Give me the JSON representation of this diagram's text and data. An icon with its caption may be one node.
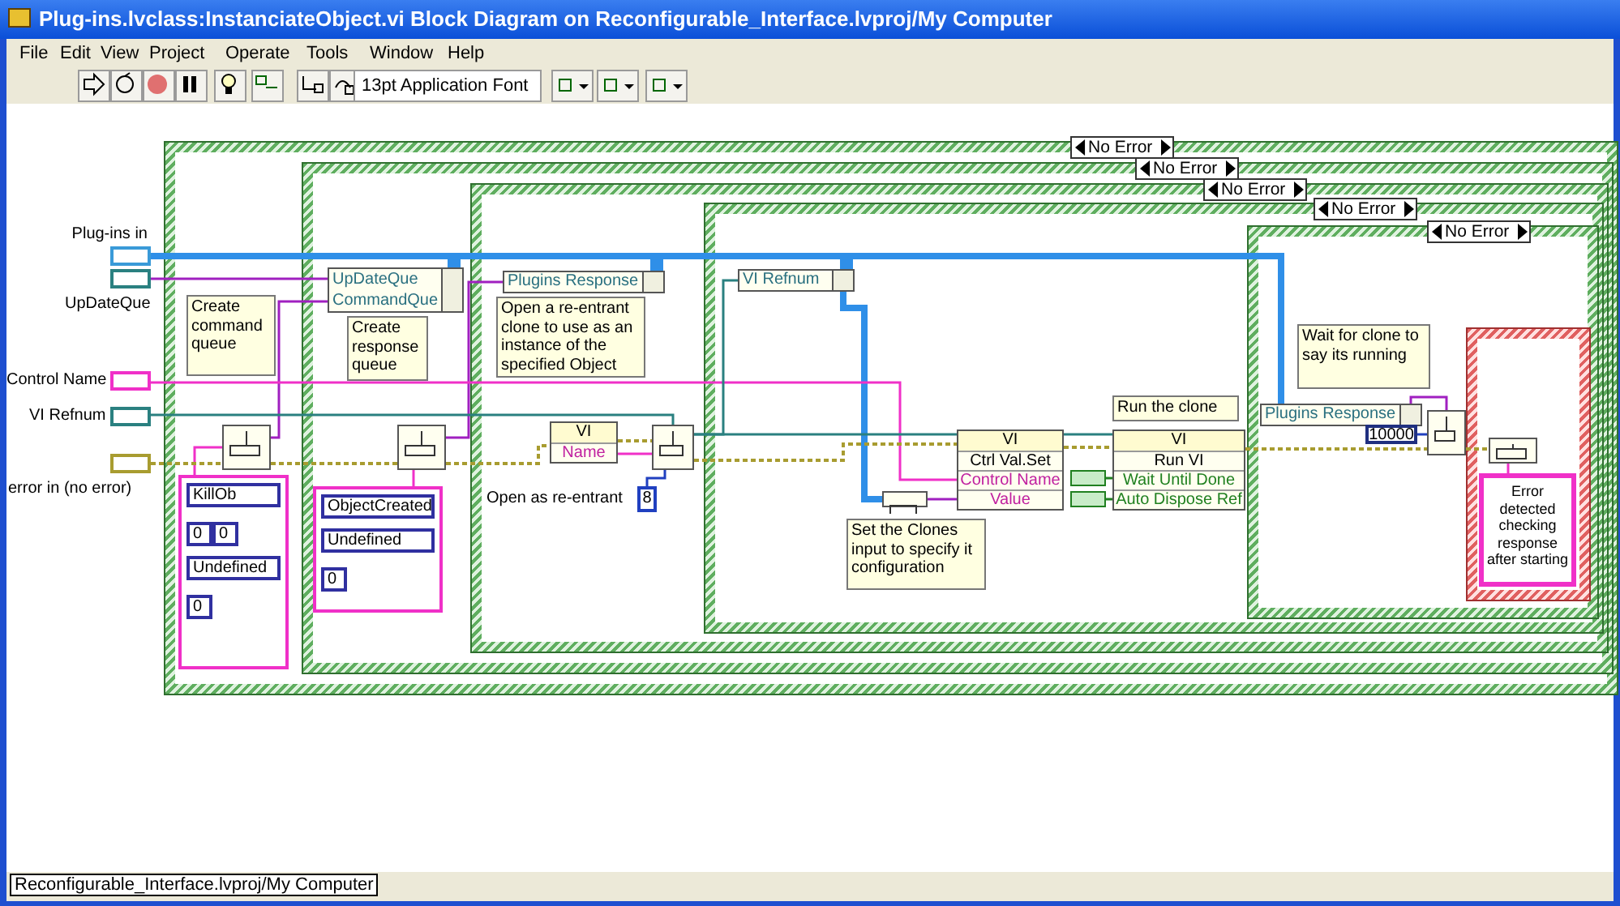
{
  "diagram": {
    "title": "Plug-ins.lvclass:InstanciateObject.vi Block Diagram on Reconfigurable_Interface.lvproj/My Computer",
    "nodes": [
      {
        "text": [
          "No Error"
        ]
      },
      {
        "text": [
          "No Error"
        ],
        "in": 0
      },
      {
        "text": [
          "No Error"
        ],
        "in": 1
      },
      {
        "text": [
          "No Error"
        ],
        "in": 2
      },
      {
        "text": [
          "No Error"
        ],
        "in": 3
      },
      {
        "text": [],
        "shape": "box",
        "in": 4
      },
      {
        "text": [],
        "shape": "box",
        "in": 5
      },
      {
        "text": [
          "Error detected checking response after starting"
        ],
        "in": 5
      },
      {
        "text": [
          "Plug-ins in"
        ]
      },
      {
        "text": [
          "UpDateQue"
        ]
      },
      {
        "text": [
          "Control Name"
        ]
      },
      {
        "text": [
          "VI Refnum"
        ]
      },
      {
        "text": [
          "error in (no error)"
        ]
      },
      {
        "text": [
          "Create command queue"
        ],
        "in": 0
      },
      {
        "text": [],
        "shape": "box",
        "in": 0
      },
      {
        "text": [
          "KillOb",
          "0",
          "0",
          "Undefined",
          "0"
        ],
        "in": 0
      },
      {
        "text": [
          "UpDateQue",
          "CommandQue"
        ],
        "in": 1
      },
      {
        "text": [
          "Create response queue"
        ],
        "in": 1
      },
      {
        "text": [],
        "shape": "box",
        "in": 1
      },
      {
        "text": [
          "ObjectCreated",
          "Undefined",
          "0"
        ],
        "in": 1
      },
      {
        "text": [
          "Plugins Response"
        ],
        "in": 2
      },
      {
        "text": [
          "Open a re-entrant clone to use as an instance of the specified Object"
        ],
        "in": 2
      },
      {
        "text": [
          "VI",
          "Name"
        ],
        "in": 2
      },
      {
        "text": [],
        "shape": "box",
        "in": 2
      },
      {
        "text": [
          "8"
        ],
        "beside": [
          "Open as re-entrant"
        ],
        "in": 2
      },
      {
        "text": [
          "VI Refnum"
        ],
        "in": 3
      },
      {
        "text": [],
        "shape": "box",
        "in": 3
      },
      {
        "text": [
          "VI",
          "Ctrl Val.Set",
          "Control Name",
          "Value"
        ],
        "in": 3
      },
      {
        "text": [
          "Set the Clones input to specify it configuration"
        ],
        "in": 3
      },
      {
        "text": [
          "VI",
          "Run VI",
          "Wait Until Done",
          "Auto Dispose Ref"
        ],
        "in": 3
      },
      {
        "text": [
          "Run the clone"
        ],
        "in": 3
      },
      {
        "text": [],
        "shape": "box",
        "in": 3
      },
      {
        "text": [],
        "shape": "box",
        "in": 3
      },
      {
        "text": [
          "Wait for clone to say its running"
        ],
        "in": 4
      },
      {
        "text": [
          "Plugins Response"
        ],
        "in": 4
      },
      {
        "text": [
          "10000"
        ],
        "in": 4
      },
      {
        "text": [],
        "shape": "box",
        "in": 4
      }
    ],
    "edges": [
      {
        "from": 8,
        "to": 16,
        "arrow": "none",
        "style": "thick",
        "color": "#2f8fe8"
      },
      {
        "from": 16,
        "to": 20,
        "arrow": "none",
        "style": "thick",
        "color": "#2f8fe8"
      },
      {
        "from": 20,
        "to": 25,
        "arrow": "none",
        "style": "thick",
        "color": "#2f8fe8"
      },
      {
        "from": 25,
        "to": 34,
        "arrow": "none",
        "style": "thick",
        "color": "#2f8fe8"
      },
      {
        "from": 25,
        "to": 26,
        "arrow": "none",
        "style": "thick",
        "color": "#2f8fe8"
      },
      {
        "from": 9,
        "to": 16,
        "arrow": "none",
        "color": "#a020c0"
      },
      {
        "from": 14,
        "to": 16,
        "arrow": "none",
        "color": "#a020c0"
      },
      {
        "from": 18,
        "to": 20,
        "arrow": "none",
        "color": "#a020c0"
      },
      {
        "from": 15,
        "to": 14,
        "arrow": "none",
        "color": "#f030c8"
      },
      {
        "from": 19,
        "to": 18,
        "arrow": "none",
        "color": "#f030c8"
      },
      {
        "from": 10,
        "to": 27,
        "arrow": "none",
        "color": "#f030c8"
      },
      {
        "from": 11,
        "to": 23,
        "arrow": "none",
        "color": "#2a8080"
      },
      {
        "from": 22,
        "to": 23,
        "arrow": "none",
        "color": "#f030c8"
      },
      {
        "from": 24,
        "to": 23,
        "arrow": "none",
        "color": "#2040c0"
      },
      {
        "from": 23,
        "to": 25,
        "arrow": "none",
        "color": "#2a8080"
      },
      {
        "from": 23,
        "to": 27,
        "arrow": "none",
        "color": "#2a8080"
      },
      {
        "from": 27,
        "to": 29,
        "arrow": "none",
        "color": "#2a8080"
      },
      {
        "from": 26,
        "to": 27,
        "arrow": "none",
        "color": "#a020c0"
      },
      {
        "from": 31,
        "to": 29,
        "arrow": "none",
        "color": "#208020"
      },
      {
        "from": 32,
        "to": 29,
        "arrow": "none",
        "color": "#208020"
      },
      {
        "from": 12,
        "to": 14,
        "arrow": "none",
        "style": "dashed",
        "color": "#a89c30"
      },
      {
        "from": 14,
        "to": 18,
        "arrow": "none",
        "style": "dashed",
        "color": "#a89c30"
      },
      {
        "from": 18,
        "to": 22,
        "arrow": "none",
        "style": "dashed",
        "color": "#a89c30"
      },
      {
        "from": 22,
        "to": 23,
        "arrow": "none",
        "style": "dashed",
        "color": "#a89c30"
      },
      {
        "from": 23,
        "to": 27,
        "arrow": "none",
        "style": "dashed",
        "color": "#a89c30"
      },
      {
        "from": 27,
        "to": 29,
        "arrow": "none",
        "style": "dashed",
        "color": "#a89c30"
      },
      {
        "from": 29,
        "to": 36,
        "arrow": "none",
        "style": "dashed",
        "color": "#a89c30"
      },
      {
        "from": 34,
        "to": 36,
        "arrow": "none",
        "color": "#a020c0"
      },
      {
        "from": 35,
        "to": 36,
        "arrow": "none",
        "color": "#2040c0"
      },
      {
        "from": 36,
        "to": 6,
        "arrow": "none",
        "style": "dashed",
        "color": "#a89c30"
      },
      {
        "from": 6,
        "to": 7,
        "arrow": "none",
        "color": "#f030c8"
      }
    ],
    "labels": [
      "File",
      "Edit",
      "View",
      "Project",
      "Operate",
      "Tools",
      "Window",
      "Help",
      "13pt Application Font",
      "Reconfigurable_Interface.lvproj/My Computer"
    ]
  }
}
